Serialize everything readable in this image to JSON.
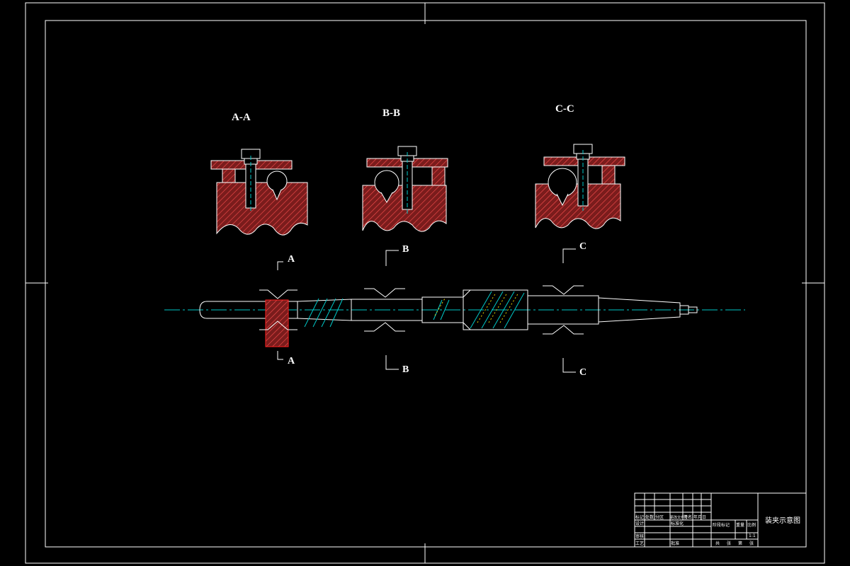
{
  "sheet": {
    "background_color": "#000000",
    "line_color": "#ffffff",
    "section_fill_color": "#8a1f1f",
    "hatch_color": "#ff4a4a",
    "centerline_color": "#00c8c8",
    "clamp_highlight_color": "#ff2020",
    "spline_color": "#e6d200"
  },
  "sections": [
    {
      "id": "A",
      "title": "A-A"
    },
    {
      "id": "B",
      "title": "B-B"
    },
    {
      "id": "C",
      "title": "C-C"
    }
  ],
  "cut_markers": [
    {
      "top": "A",
      "bottom": "A"
    },
    {
      "top": "B",
      "bottom": "B"
    },
    {
      "top": "C",
      "bottom": "C"
    }
  ],
  "title_block": {
    "drawing_name": "装夹示意图",
    "cells": [
      "标记",
      "处数",
      "分区",
      "更改文件号",
      "签名",
      "年月日",
      "设计",
      "标准化",
      "审核",
      "工艺",
      "批准",
      "阶段标记",
      "重量",
      "比例",
      "共",
      "张",
      "第",
      "张",
      "1:1"
    ]
  }
}
